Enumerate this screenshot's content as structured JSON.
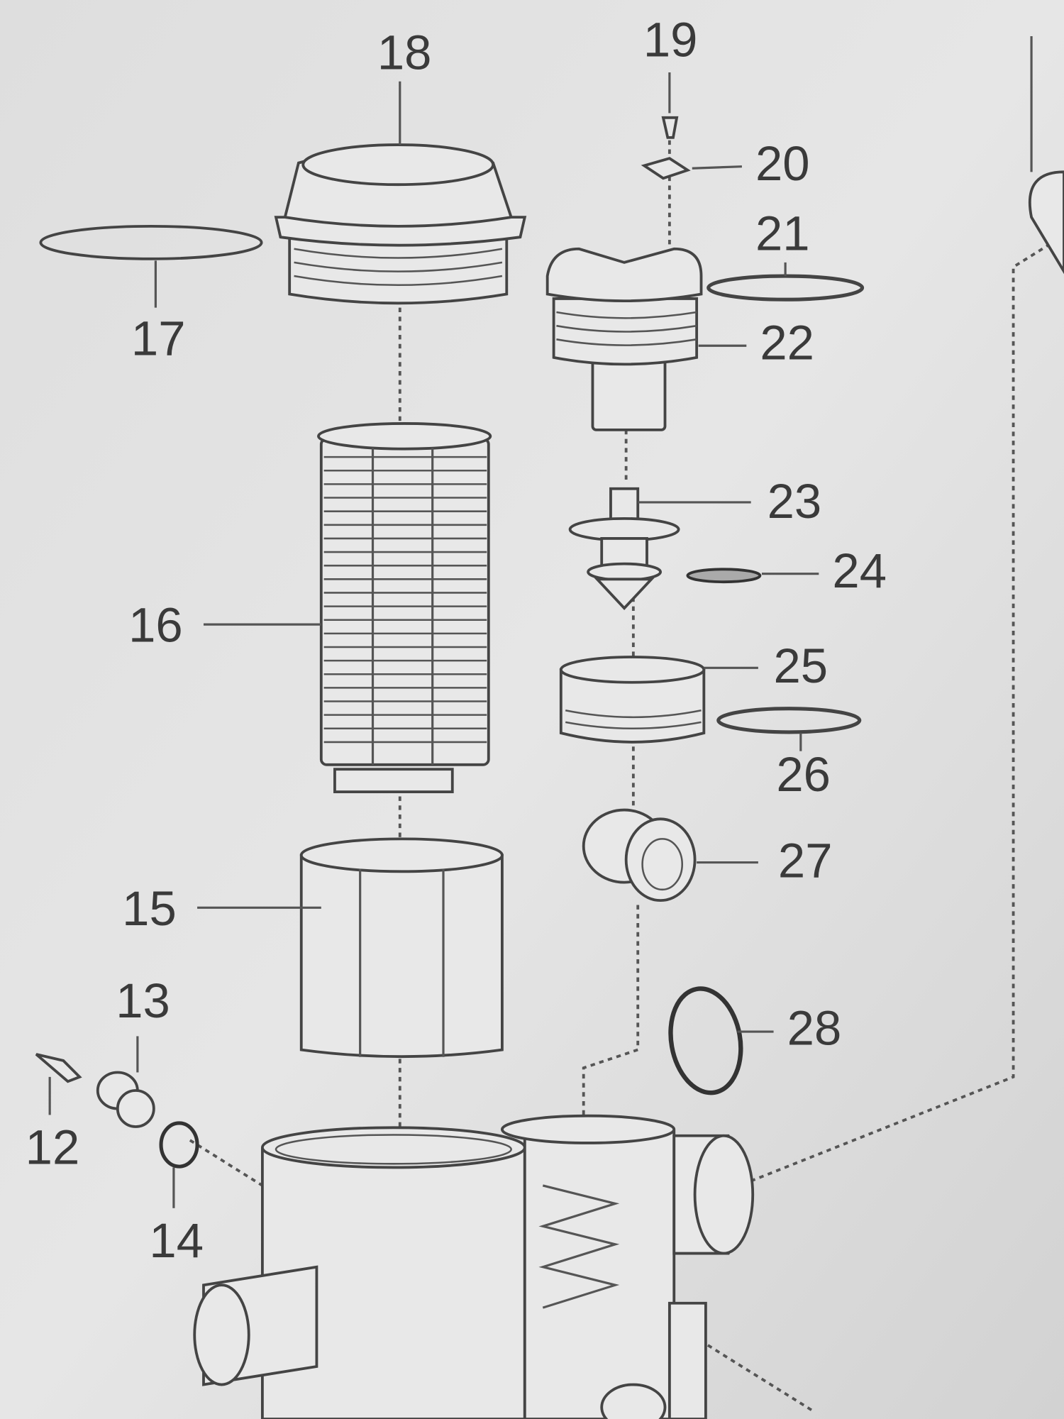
{
  "diagram": {
    "title": "Exploded parts diagram",
    "part_numbers": [
      "12",
      "13",
      "14",
      "15",
      "16",
      "17",
      "18",
      "19",
      "20",
      "21",
      "22",
      "23",
      "24",
      "25",
      "26",
      "27",
      "28"
    ]
  },
  "labels": {
    "p12": "12",
    "p13": "13",
    "p14": "14",
    "p15": "15",
    "p16": "16",
    "p17": "17",
    "p18": "18",
    "p19": "19",
    "p20": "20",
    "p21": "21",
    "p22": "22",
    "p23": "23",
    "p24": "24",
    "p25": "25",
    "p26": "26",
    "p27": "27",
    "p28": "28"
  }
}
